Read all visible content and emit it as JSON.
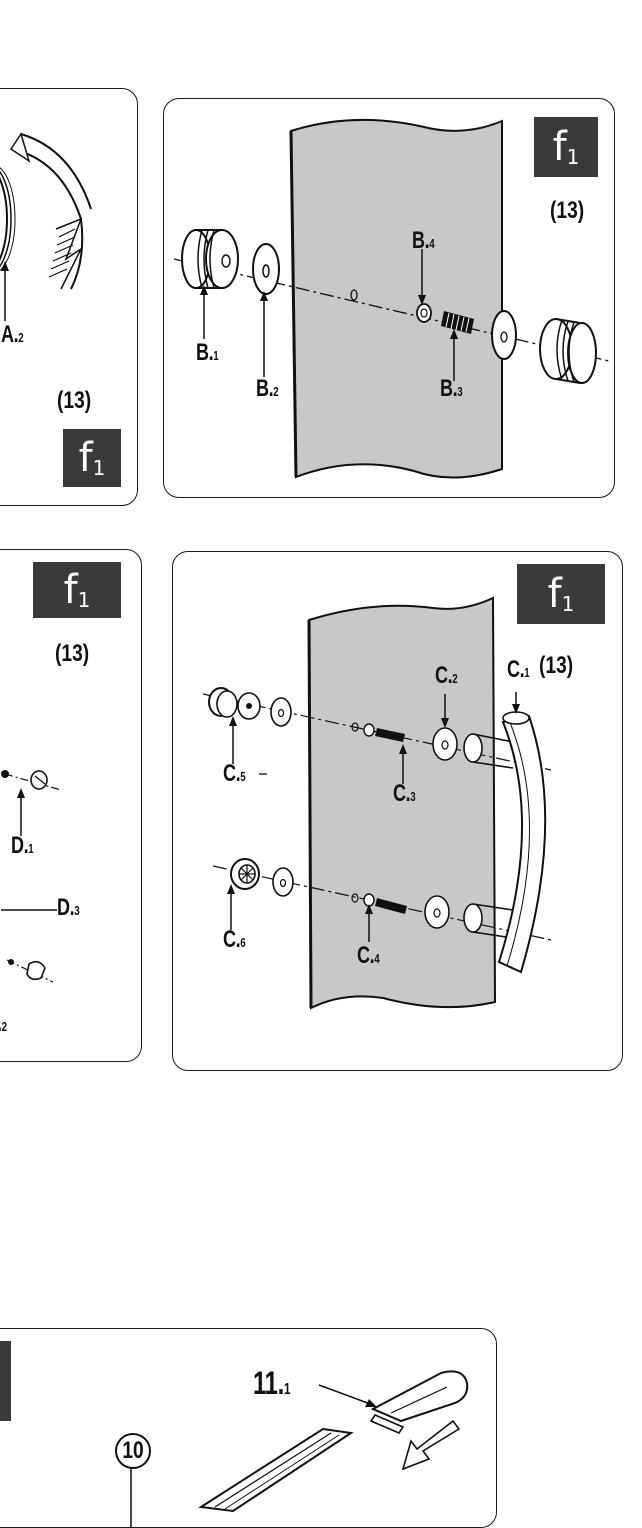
{
  "badges": {
    "letter": "f",
    "sub": "1",
    "qty": "(13)"
  },
  "panelA": {
    "label_main": "A.",
    "label_sub": "2"
  },
  "panelB": {
    "b1_main": "B.",
    "b1_sub": "1",
    "b2_main": "B.",
    "b2_sub": "2",
    "b3_main": "B.",
    "b3_sub": "3",
    "b4_main": "B.",
    "b4_sub": "4"
  },
  "panelD": {
    "d1_main": "D.",
    "d1_sub": "1",
    "d3_main": "D.",
    "d3_sub": "3",
    "d2_main": ".",
    "d2_sub": "2"
  },
  "panelC": {
    "c1_main": "C.",
    "c1_sub": "1",
    "c2_main": "C.",
    "c2_sub": "2",
    "c3_main": "C.",
    "c3_sub": "3",
    "c4_main": "C.",
    "c4_sub": "4",
    "c5_main": "C.",
    "c5_sub": "5",
    "c6_main": "C.",
    "c6_sub": "6"
  },
  "bottom": {
    "part_main": "11.",
    "part_sub": "1",
    "circled": "10"
  }
}
